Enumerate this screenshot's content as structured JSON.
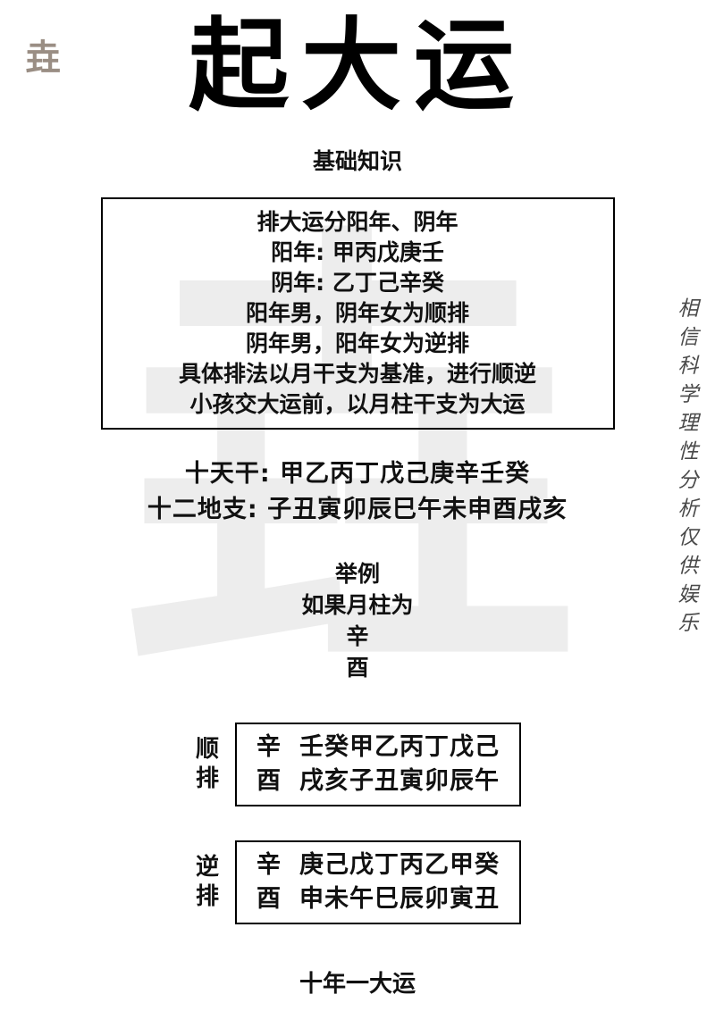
{
  "page": {
    "logo": "垚",
    "watermark": "垚",
    "title": "起大运",
    "subtitle": "基础知识",
    "side_note": "相信科学理性分析仅供娱乐",
    "footer": "十年一大运"
  },
  "rules": {
    "lines": [
      "排大运分阳年、阴年",
      "阳年: 甲丙戊庚壬",
      "阴年: 乙丁己辛癸",
      "阳年男，阴年女为顺排",
      "阴年男，阳年女为逆排",
      "具体排法以月干支为基准，进行顺逆",
      "小孩交大运前，以月柱干支为大运"
    ]
  },
  "stems": {
    "ten": "十天干: 甲乙丙丁戊己庚辛壬癸",
    "twelve": "十二地支: 子丑寅卯辰巳午未申酉戌亥"
  },
  "example": {
    "heading": "举例",
    "intro": "如果月柱为",
    "stem": "辛",
    "branch": "酉"
  },
  "forward": {
    "label": "顺排",
    "rows": [
      {
        "head": "辛",
        "seq": "壬癸甲乙丙丁戊己"
      },
      {
        "head": "酉",
        "seq": "戌亥子丑寅卯辰午"
      }
    ]
  },
  "backward": {
    "label": "逆排",
    "rows": [
      {
        "head": "辛",
        "seq": "庚己戊丁丙乙甲癸"
      },
      {
        "head": "酉",
        "seq": "申未午巳辰卯寅丑"
      }
    ]
  },
  "colors": {
    "background": "#ffffff",
    "text": "#111111",
    "logo": "#9a8e84",
    "watermark": "#ededed",
    "side_note": "#4a4a4a"
  }
}
